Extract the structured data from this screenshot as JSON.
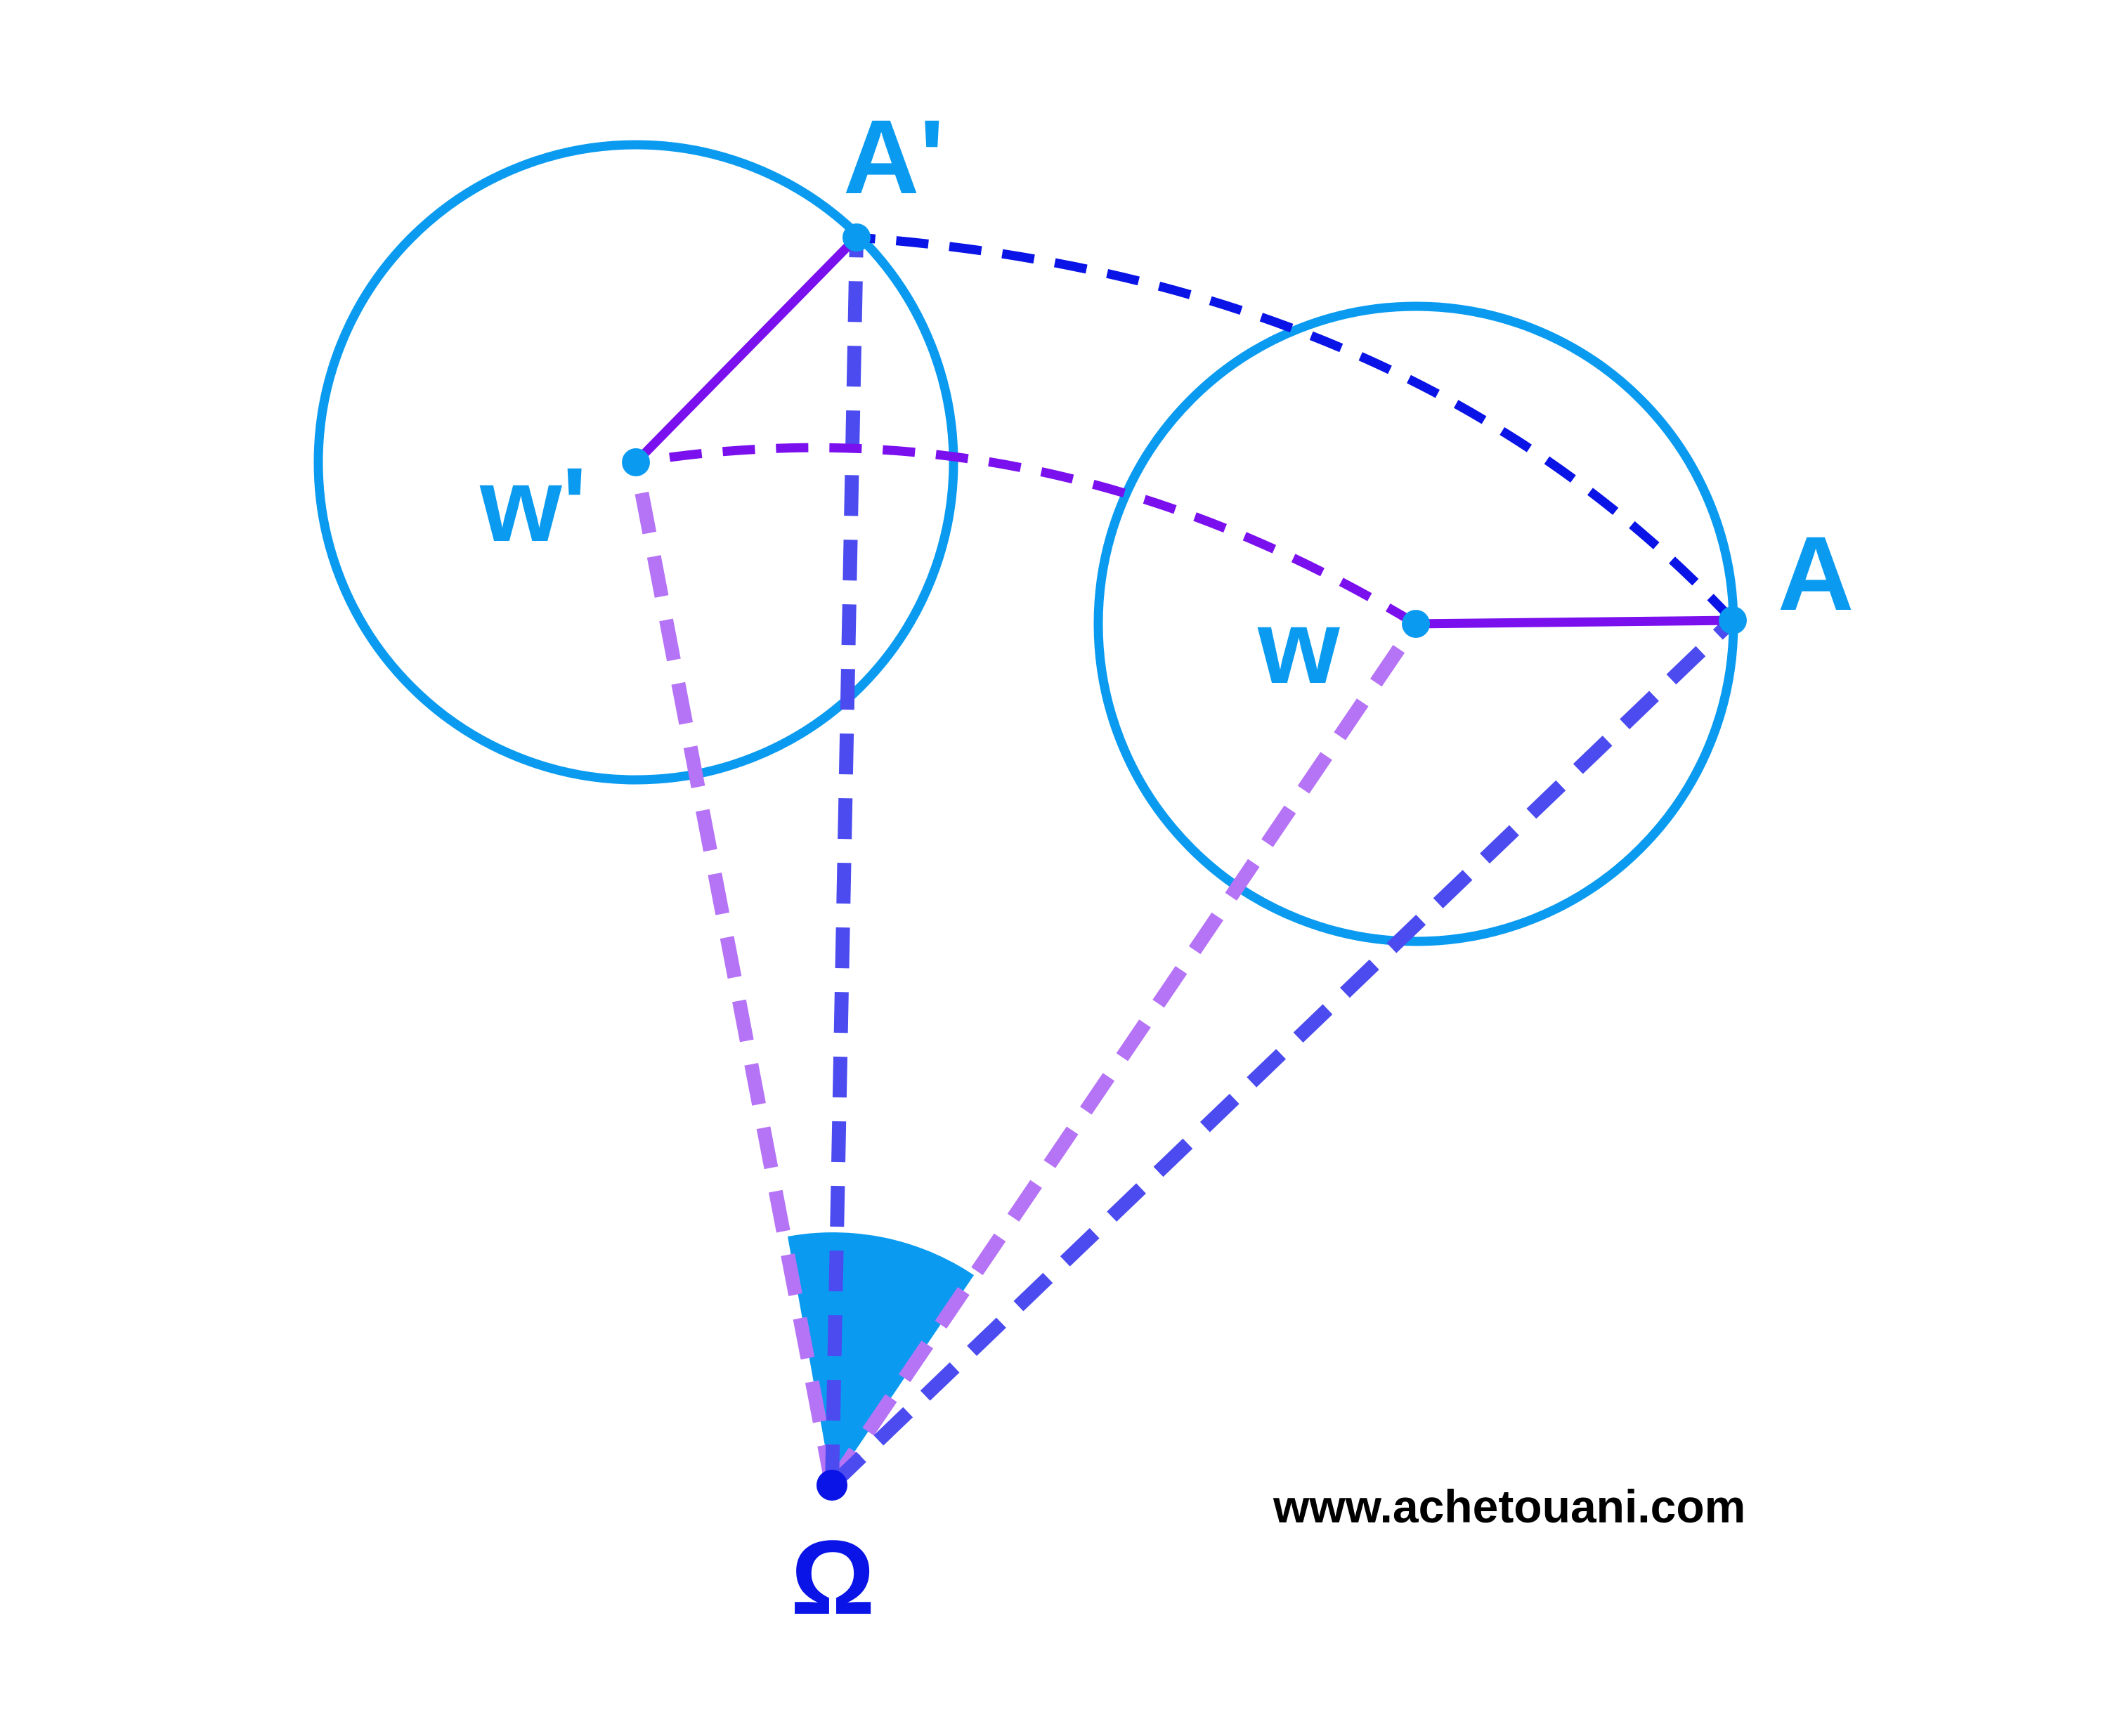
{
  "figure": {
    "labels": {
      "point_A": "A",
      "point_A_prime": "A'",
      "center_w": "w",
      "center_w_prime": "w'",
      "center_Omega": "Ω"
    },
    "watermark": "www.achetouani.com"
  },
  "colors": {
    "circle": "#0a9bf0",
    "radius_segment": "#7a10ee",
    "arc_w": "#7a10ee",
    "arc_A": "#0a14e6",
    "ray_w": "#b573f5",
    "ray_A": "#4b4bf0",
    "angle_fill": "#0a9bf0",
    "omega_point": "#0a14e6",
    "label_main": "#0a9bf0",
    "label_omega": "#0a14e6"
  }
}
